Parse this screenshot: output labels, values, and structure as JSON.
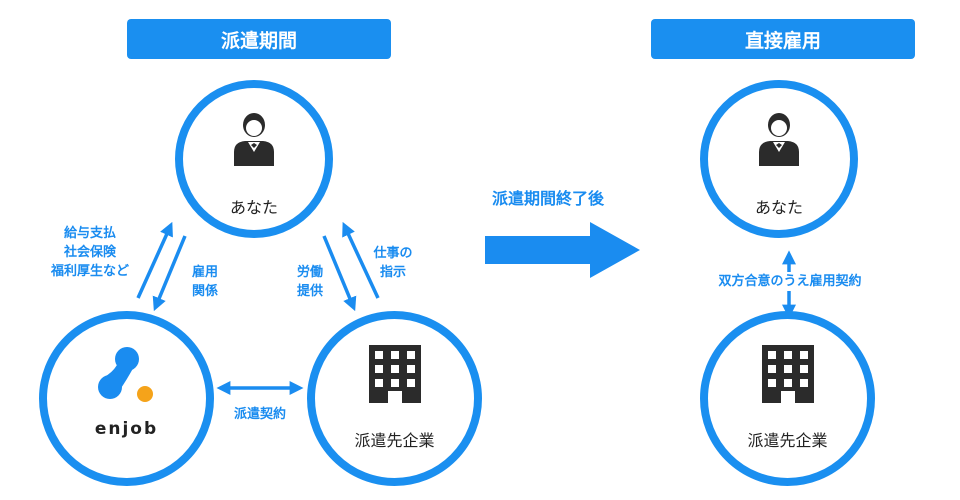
{
  "colors": {
    "accent": "#1a8cf0",
    "circle_border": "#1a8ff0",
    "pill_bg": "#1a8ff0",
    "logo_orange": "#f5a31a",
    "figure_dark": "#2b2b2b"
  },
  "left_section": {
    "title": "派遣期間",
    "top_node": {
      "label": "あなた",
      "icon": "person-icon"
    },
    "left_node": {
      "brand": "enjob",
      "icon": "enjob-logo"
    },
    "right_node": {
      "label": "派遣先企業",
      "icon": "building-icon"
    },
    "edge_left_outer": [
      "給与支払",
      "社会保険",
      "福利厚生など"
    ],
    "edge_left_inner": [
      "雇用",
      "関係"
    ],
    "edge_right_inner": [
      "労働",
      "提供"
    ],
    "edge_right_outer": [
      "仕事の",
      "指示"
    ],
    "edge_bottom": "派遣契約"
  },
  "transition": {
    "label": "派遣期間終了後",
    "icon": "arrow-right-icon"
  },
  "right_section": {
    "title": "直接雇用",
    "top_node": {
      "label": "あなた",
      "icon": "person-icon"
    },
    "bottom_node": {
      "label": "派遣先企業",
      "icon": "building-icon"
    },
    "edge_vertical": "双方合意のうえ雇用契約"
  }
}
